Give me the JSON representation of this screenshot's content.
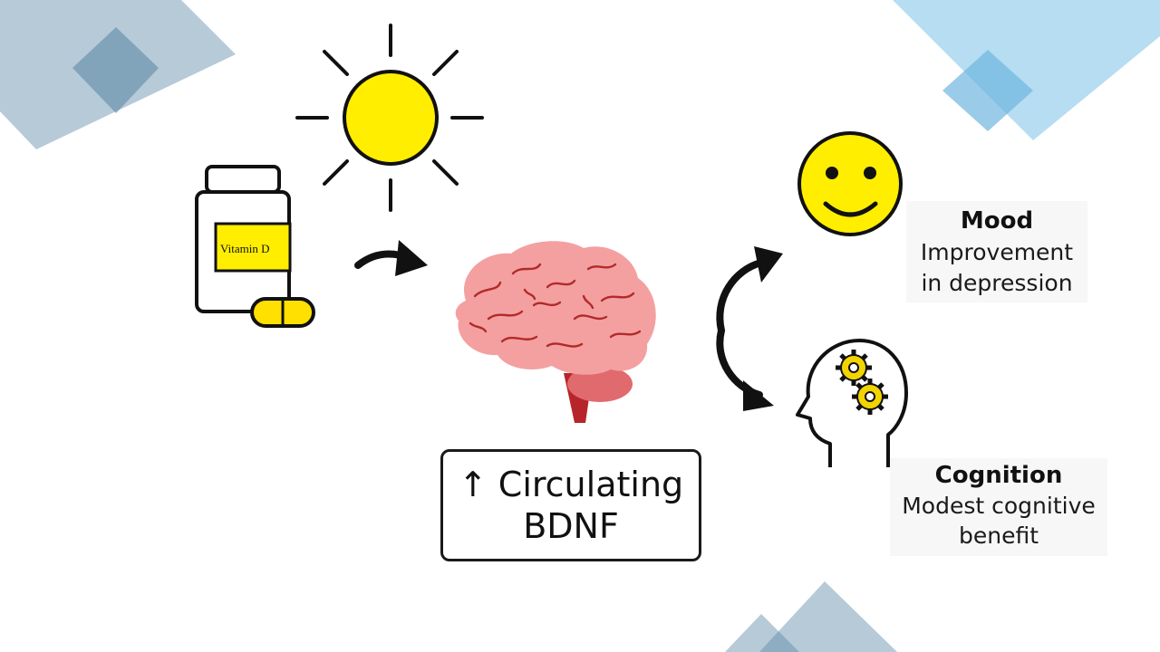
{
  "vitamin_bottle": {
    "label": "Vitamin D"
  },
  "bdnf": {
    "arrow": "↑",
    "line1": "Circulating",
    "line2": "BDNF"
  },
  "mood": {
    "title": "Mood",
    "desc_line1": "Improvement",
    "desc_line2": "in depression"
  },
  "cognition": {
    "title": "Cognition",
    "desc_line1": "Modest cognitive",
    "desc_line2": "benefit"
  },
  "colors": {
    "sun": "#ffee00",
    "brain": "#f4a0a0",
    "brain_lines": "#b22a2a",
    "capsule": "#ffe000",
    "gear": "#f2d400",
    "deco_gray_blue": "#5e8aa8",
    "deco_light_blue": "#8fcbea"
  },
  "icons": [
    "sun-icon",
    "vitamin-bottle-icon",
    "capsule-icon",
    "brain-icon",
    "smiley-face-icon",
    "head-gears-icon",
    "curved-arrow-icon"
  ]
}
